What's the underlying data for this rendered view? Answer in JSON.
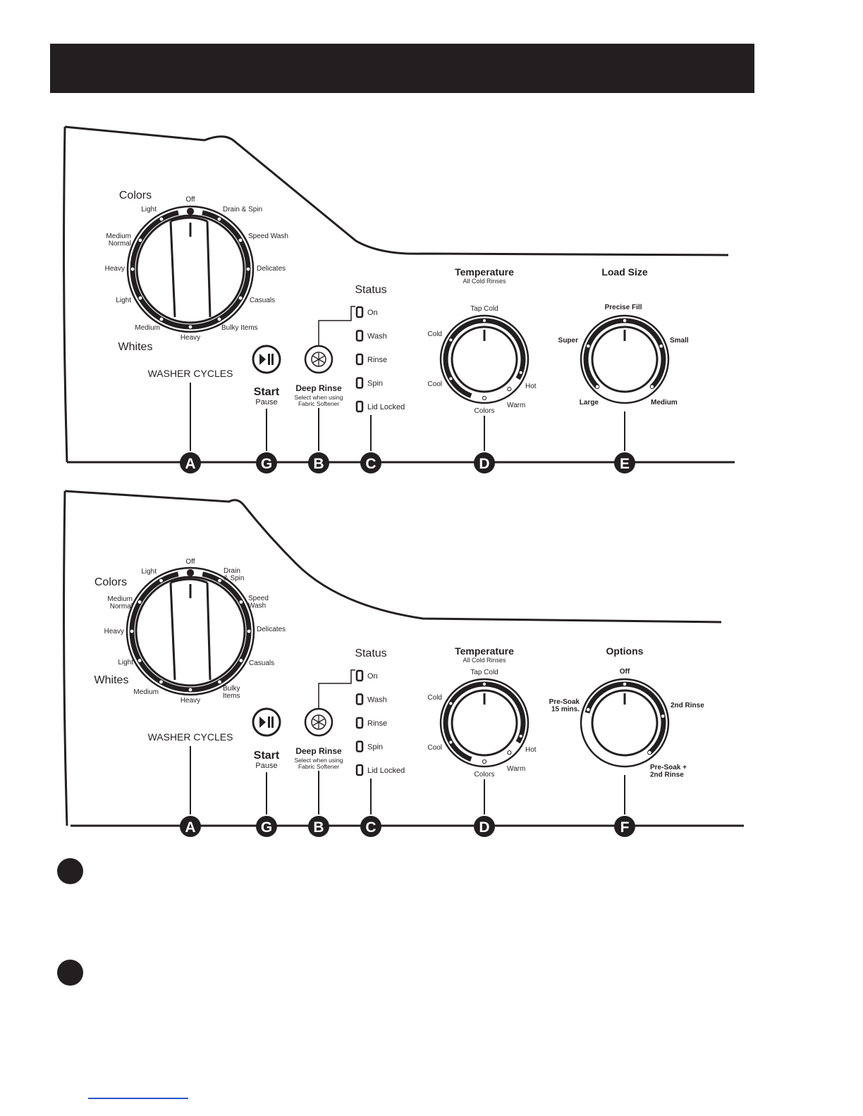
{
  "colors": {
    "ink": "#231f20",
    "link": "#2b54c4",
    "background": "#ffffff"
  },
  "panels": [
    {
      "id": "panel-top",
      "cycle_dial": {
        "group_colors": "Colors",
        "group_whites": "Whites",
        "positions": [
          "Off",
          "Drain & Spin",
          "Speed Wash",
          "Delicates",
          "Casuals",
          "Bulky Items",
          "Heavy",
          "Medium",
          "Light",
          "Heavy",
          "Medium\nNormal",
          "Light"
        ],
        "caption": "WASHER CYCLES"
      },
      "start": {
        "label": "Start",
        "sub": "Pause",
        "icon": "play-pause-icon"
      },
      "deep_rinse": {
        "label": "Deep Rinse",
        "sub": "Select when using\nFabric Softener",
        "icon": "fan-icon"
      },
      "status": {
        "title": "Status",
        "items": [
          "On",
          "Wash",
          "Rinse",
          "Spin",
          "Lid Locked"
        ]
      },
      "temperature": {
        "title": "Temperature",
        "sub": "All Cold Rinses",
        "positions": [
          "Tap Cold",
          "Cold",
          "Cool",
          "Colors",
          "Warm",
          "Hot"
        ]
      },
      "right_knob": {
        "title": "Load Size",
        "positions": [
          "Precise Fill",
          "Super",
          "Small",
          "Large",
          "Medium"
        ]
      },
      "callouts": [
        "A",
        "G",
        "B",
        "C",
        "D",
        "E"
      ]
    },
    {
      "id": "panel-bottom",
      "cycle_dial": {
        "group_colors": "Colors",
        "group_whites": "Whites",
        "positions": [
          "Off",
          "Drain\n& Spin",
          "Speed\nWash",
          "Delicates",
          "Casuals",
          "Bulky\nItems",
          "Heavy",
          "Medium",
          "Light",
          "Heavy",
          "Medium\nNormal",
          "Light"
        ],
        "caption": "WASHER CYCLES"
      },
      "start": {
        "label": "Start",
        "sub": "Pause",
        "icon": "play-pause-icon"
      },
      "deep_rinse": {
        "label": "Deep Rinse",
        "sub": "Select when using\nFabric Softener",
        "icon": "fan-icon"
      },
      "status": {
        "title": "Status",
        "items": [
          "On",
          "Wash",
          "Rinse",
          "Spin",
          "Lid Locked"
        ]
      },
      "temperature": {
        "title": "Temperature",
        "sub": "All Cold Rinses",
        "positions": [
          "Tap Cold",
          "Cold",
          "Cool",
          "Colors",
          "Warm",
          "Hot"
        ]
      },
      "right_knob": {
        "title": "Options",
        "positions": [
          "Off",
          "Pre-Soak\n15 mins.",
          "2nd Rinse",
          "Pre-Soak +\n2nd Rinse"
        ]
      },
      "callouts": [
        "A",
        "G",
        "B",
        "C",
        "D",
        "F"
      ]
    }
  ]
}
